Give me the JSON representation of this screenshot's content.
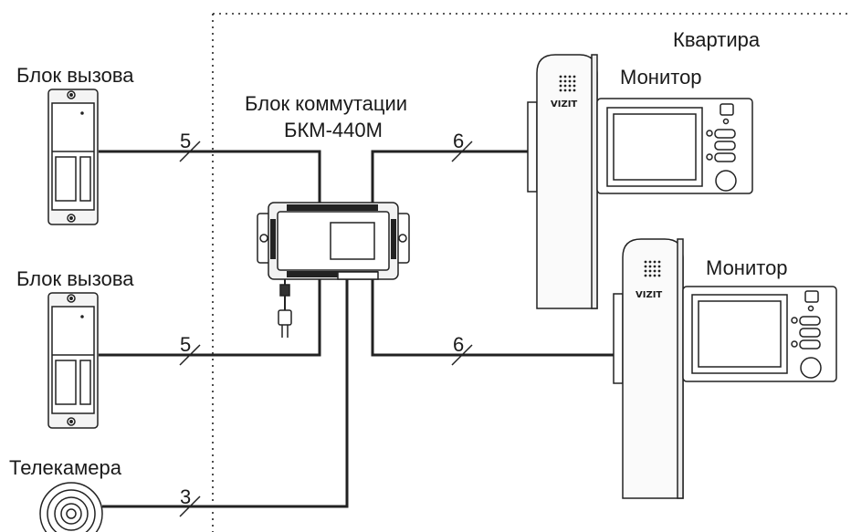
{
  "labels": {
    "apartment": "Квартира",
    "switch_block_line1": "Блок коммутации",
    "switch_block_line2": "БКМ-440М",
    "call_block_1": "Блок вызова",
    "call_block_2": "Блок вызова",
    "camera": "Телекамера",
    "monitor_1": "Монитор",
    "monitor_2": "Монитор"
  },
  "wire_counts": {
    "call_block_1": "5",
    "call_block_2": "5",
    "camera": "3",
    "monitor_1": "6",
    "monitor_2": "6"
  },
  "brand": {
    "monitor_1": "VIZIT",
    "monitor_2": "VIZIT"
  }
}
